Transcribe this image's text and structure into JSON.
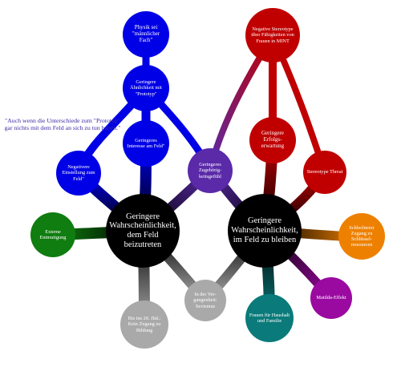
{
  "colors": {
    "black": "#000000",
    "blue": "#0000e6",
    "purple": "#5a2aa8",
    "red": "#c00000",
    "green": "#0f7d0f",
    "orange": "#ee8000",
    "magenta": "#9a0aa0",
    "teal": "#0a7a7a",
    "gray": "#a9a9a9",
    "quote_text": "#3b2ba3"
  },
  "nodes": {
    "left_hub": "Geringere Wahrscheinlichkeit, dem Feld beizutreten",
    "right_hub": "Geringere Wahrscheinlichkeit, im Feld zu bleiben",
    "physik": "Physik sei \"männlicher Fach\"",
    "prototyp": "Geringere Ähnlichkeit mit \"Prototyp\"",
    "einstellung": "Negativere Einstellung zum Feld\"",
    "interesse": "Geringeres Interesse am Feld\"",
    "zugehoerigkeit": "Geringeres Zugehörig-keitsgefühl",
    "stereotype_top": "Negative Stereotype über Fähigkeiten von Frauen in MINT",
    "erfolgserwartung": "Geringere Erfolgs-erwartung",
    "threat": "Stereotype Threat",
    "entmutigung": "Externe Entmutigung",
    "sexismus": "In der Ver-gangenheit: Sexismus",
    "bildung": "Bis ins 20. Jhd.: Kein Zugang zu Bildung",
    "zugang": "Schlechterer Zugang zu Schlüssel-ressourcen",
    "matilda": "Matilda-Effekt",
    "familie": "Frauen für Haushalt und Familie"
  },
  "quote": "\"Auch wenn die Unterschiede zum \"Prototyp\" gar nichts mit dem Feld an sich zu tun haben.\""
}
